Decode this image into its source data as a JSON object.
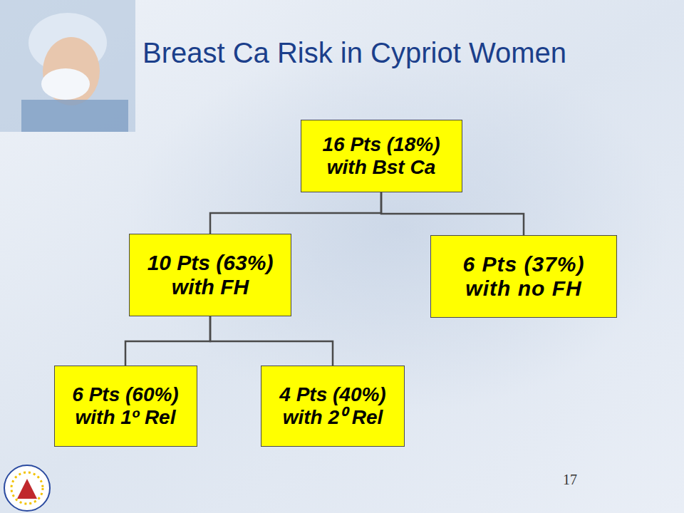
{
  "diagram": {
    "title": "Breast Ca Risk in Cypriot Women",
    "nodes": [
      {
        "text": [
          "16 Pts (18%) with Bst Ca"
        ]
      },
      {
        "text": [
          "10 Pts (63%) with FH"
        ]
      },
      {
        "text": [
          "6 Pts (37%) with no FH"
        ]
      },
      {
        "text": [
          "6 Pts (60%) with 1º Rel"
        ]
      },
      {
        "text": [
          "4 Pts (40%) with 2⁰ Rel"
        ]
      }
    ],
    "edges": [
      {
        "from": 0,
        "to": 1,
        "arrow": "none"
      },
      {
        "from": 0,
        "to": 2,
        "arrow": "none"
      },
      {
        "from": 1,
        "to": 3,
        "arrow": "none"
      },
      {
        "from": 1,
        "to": 4,
        "arrow": "none"
      }
    ],
    "labels": [
      "17"
    ]
  }
}
